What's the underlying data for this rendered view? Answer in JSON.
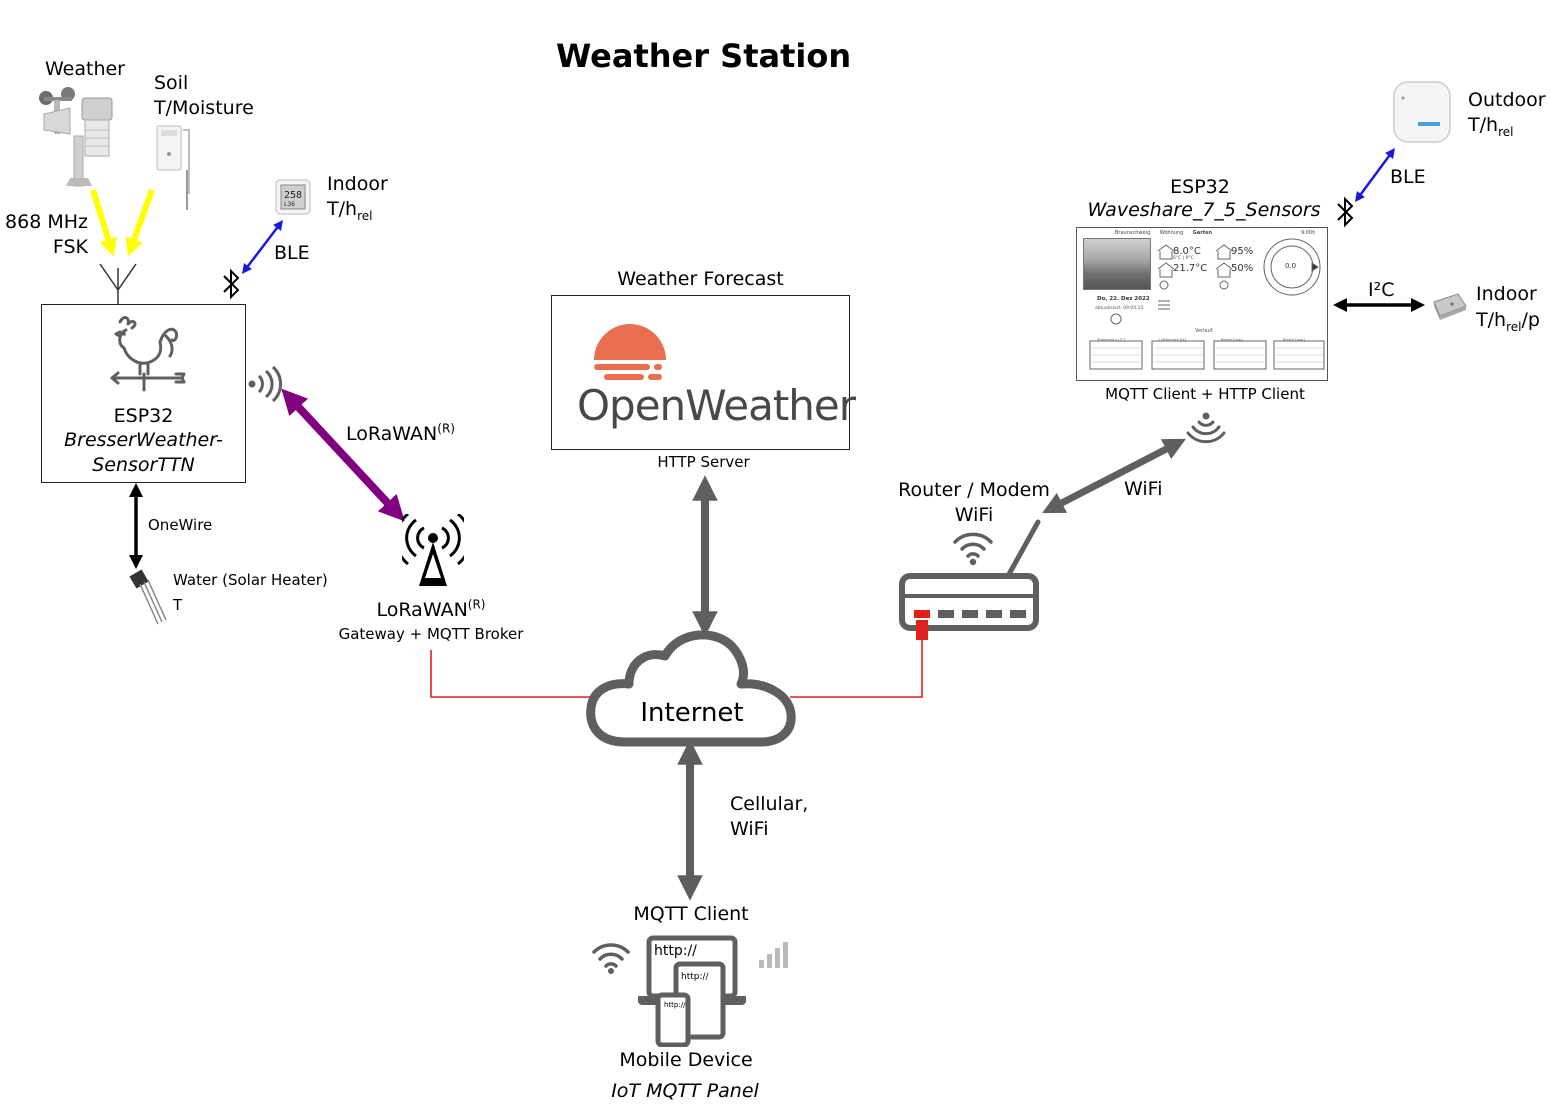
{
  "title": "Weather Station",
  "sensors": {
    "weather": "Weather",
    "soil_line1": "Soil",
    "soil_line2": "T/Moisture",
    "rf_line1": "868 MHz",
    "rf_line2": "FSK",
    "indoor_left_line1": "Indoor",
    "indoor_left_line2": "T/h",
    "indoor_left_sub": "rel",
    "ble_left": "BLE",
    "onewire": "OneWire",
    "water_line1": "Water (Solar Heater)",
    "water_line2": "T"
  },
  "esp32_left": {
    "line1": "ESP32",
    "line2": "BresserWeather-",
    "line3": "SensorTTN"
  },
  "lorawan_link": {
    "label": "LoRaWAN",
    "sup": "(R)"
  },
  "gateway": {
    "label": "LoRaWAN",
    "sup": "(R)",
    "sublabel": "Gateway + MQTT Broker"
  },
  "forecast": {
    "title": "Weather Forecast",
    "logo_text": "OpenWeather",
    "sublabel": "HTTP Server"
  },
  "internet": {
    "label": "Internet"
  },
  "router": {
    "line1": "Router / Modem",
    "line2": "WiFi",
    "wifi_link": "WiFi"
  },
  "esp32_right": {
    "line1": "ESP32",
    "line2": "Waveshare_7_5_Sensors",
    "sublabel": "MQTT Client + HTTP Client"
  },
  "outdoor": {
    "line1": "Outdoor",
    "line2": "T/h",
    "sub": "rel",
    "ble": "BLE"
  },
  "indoor_right": {
    "line1": "Indoor",
    "line2": "T/h",
    "sub": "rel",
    "suffix": "/p",
    "bus": "I²C"
  },
  "mobile_link": {
    "line1": "Cellular,",
    "line2": "WiFi"
  },
  "mobile": {
    "top": "MQTT Client",
    "url_large": "http://",
    "url_mid": "http://",
    "url_small": "http://",
    "label": "Mobile Device",
    "app": "IoT MQTT Panel"
  },
  "display": {
    "tabs": [
      "Braunschweig",
      "Wohnung",
      "Garten"
    ],
    "time": "9:00h",
    "temp_out": "8.0°C",
    "temp_out_minmax": "6°C | 9°C",
    "temp_in": "21.7°C",
    "hum_out": "95%",
    "hum_in": "50%",
    "wind": "0.0",
    "date": "Do, 22. Dez 2022",
    "updated": "aktualisiert: 09:04:15",
    "section": "Verlauf",
    "charts": [
      "Temperatur [°C]",
      "Luftfeuchte [%]",
      "Regen [mm]",
      "Regen [mm]"
    ]
  },
  "colors": {
    "link_gray": "#5f5f5f",
    "lorawan": "#800080",
    "ble": "#1a1adc",
    "rf": "#ffff00",
    "ethernet": "#e0201a",
    "openweather": "#e96e50",
    "openweather_text": "#48484a"
  }
}
